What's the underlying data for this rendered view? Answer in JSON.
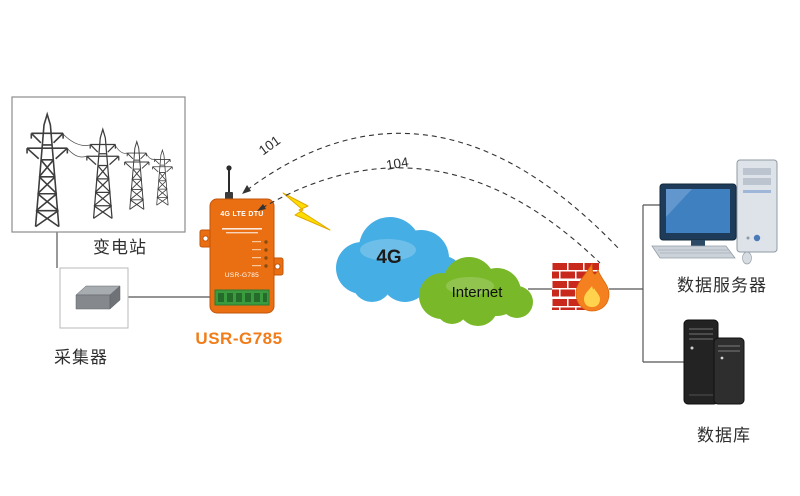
{
  "labels": {
    "substation": "变电站",
    "collector": "采集器",
    "device_name": "USR-G785",
    "device_title": "4G LTE DTU",
    "device_model": "USR-G785",
    "cloud_4g": "4G",
    "cloud_internet": "Internet",
    "data_server": "数据服务器",
    "database": "数据库",
    "protocol_101": "101",
    "protocol_104": "104"
  },
  "colors": {
    "accent_orange": "#F07D1A",
    "device_orange": "#E96F12",
    "cloud_blue": "#45AEE5",
    "cloud_green": "#79B829",
    "firewall_red": "#C9281C",
    "flame_orange": "#F4801F",
    "lightning_yellow": "#FFDD00",
    "line_gray": "#555555"
  }
}
